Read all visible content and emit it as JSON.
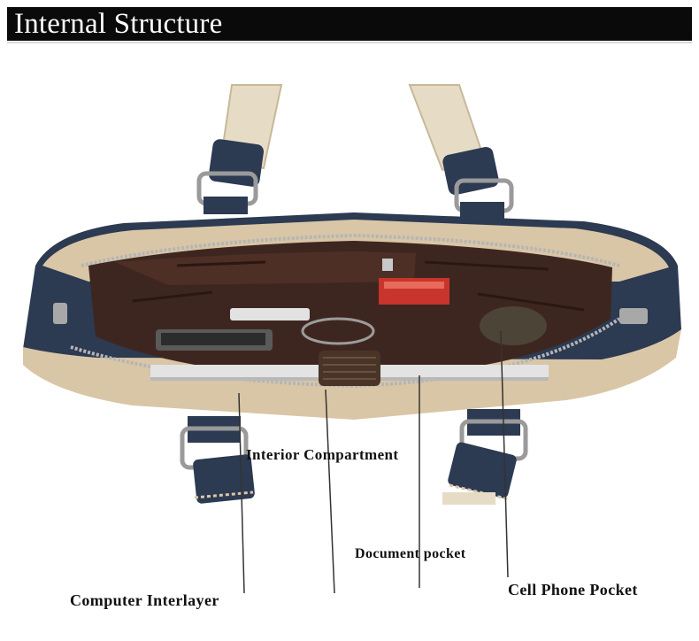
{
  "header": {
    "title": "Internal Structure"
  },
  "callouts": {
    "interior_compartment": "Interior Compartment",
    "document_pocket": "Document pocket",
    "computer_interlayer": "Computer Interlayer",
    "cell_phone_pocket": "Cell Phone Pocket"
  },
  "colors": {
    "title_bar": "#0a0a0a",
    "bag_navy": "#2c3a52",
    "bag_beige": "#d9c6a6",
    "lining_brown": "#3e2620",
    "zipper_silver": "#b5b5b5"
  }
}
